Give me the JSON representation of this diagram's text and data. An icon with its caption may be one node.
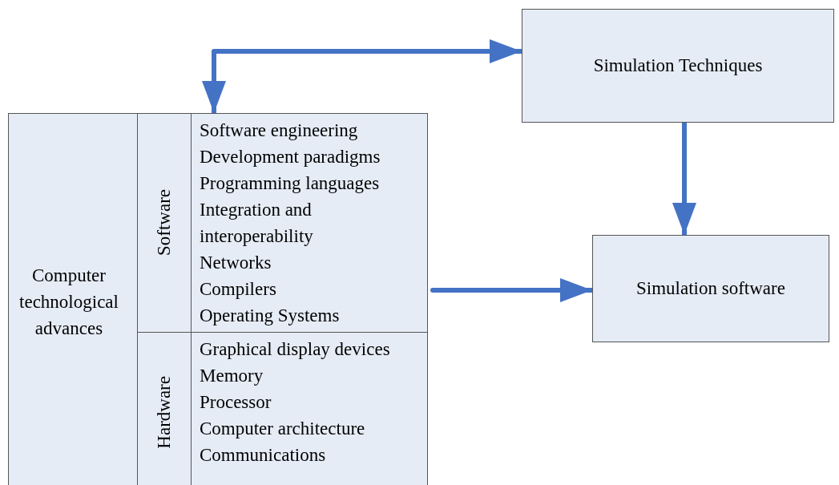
{
  "diagram": {
    "nodes": [
      {
        "text": [
          "Computer technological advances"
        ]
      },
      {
        "text": [
          "Software"
        ],
        "in": 0
      },
      {
        "text": [
          "Software engineering",
          "Development paradigms",
          "Programming languages",
          "Integration and interoperability",
          "Networks",
          "Compilers",
          "Operating Systems"
        ],
        "in": 0
      },
      {
        "text": [
          "Hardware"
        ],
        "in": 0
      },
      {
        "text": [
          "Graphical display devices",
          "Memory",
          "Processor",
          "Computer architecture",
          "Communications"
        ],
        "in": 0
      },
      {
        "text": [
          "Simulation Techniques"
        ]
      },
      {
        "text": [
          "Simulation software"
        ]
      }
    ],
    "edges": [
      {
        "from": 2,
        "to": 5,
        "arrow": "both"
      },
      {
        "from": 5,
        "to": 6,
        "arrow": "to"
      },
      {
        "from": 2,
        "to": 6,
        "arrow": "to"
      }
    ]
  }
}
